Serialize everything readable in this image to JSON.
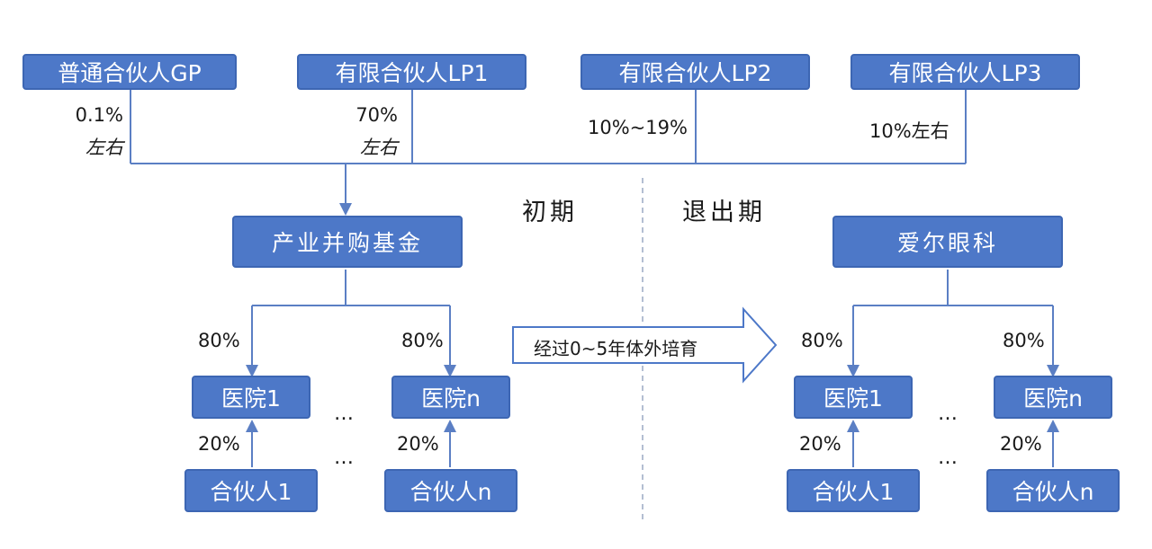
{
  "partners": {
    "gp": {
      "label": "普通合伙人GP",
      "share_line1": "0.1%",
      "share_line2": "左右"
    },
    "lp1": {
      "label": "有限合伙人LP1",
      "share_line1": "70%",
      "share_line2": "左右"
    },
    "lp2": {
      "label": "有限合伙人LP2",
      "share": "10%~19%"
    },
    "lp3": {
      "label": "有限合伙人LP3",
      "share": "10%左右"
    }
  },
  "phases": {
    "initial": "初期",
    "exit": "退出期"
  },
  "fund": {
    "label": "产业并购基金"
  },
  "acquirer": {
    "label": "爱尔眼科"
  },
  "arrow_text": "经过0~5年体外培育",
  "left_group": {
    "hospital1": "医院1",
    "hospitaln": "医院n",
    "partner1": "合伙人1",
    "partnern": "合伙人n",
    "share_top_1": "80%",
    "share_top_n": "80%",
    "share_bottom_1": "20%",
    "share_bottom_n": "20%",
    "ellipsis": "…"
  },
  "right_group": {
    "hospital1": "医院1",
    "hospitaln": "医院n",
    "partner1": "合伙人1",
    "partnern": "合伙人n",
    "share_top_1": "80%",
    "share_top_n": "80%",
    "share_bottom_1": "20%",
    "share_bottom_n": "20%",
    "ellipsis": "…"
  },
  "colors": {
    "box_fill": "#4d78c8",
    "line": "#5b7fc4",
    "divider": "#9aa9c4"
  }
}
